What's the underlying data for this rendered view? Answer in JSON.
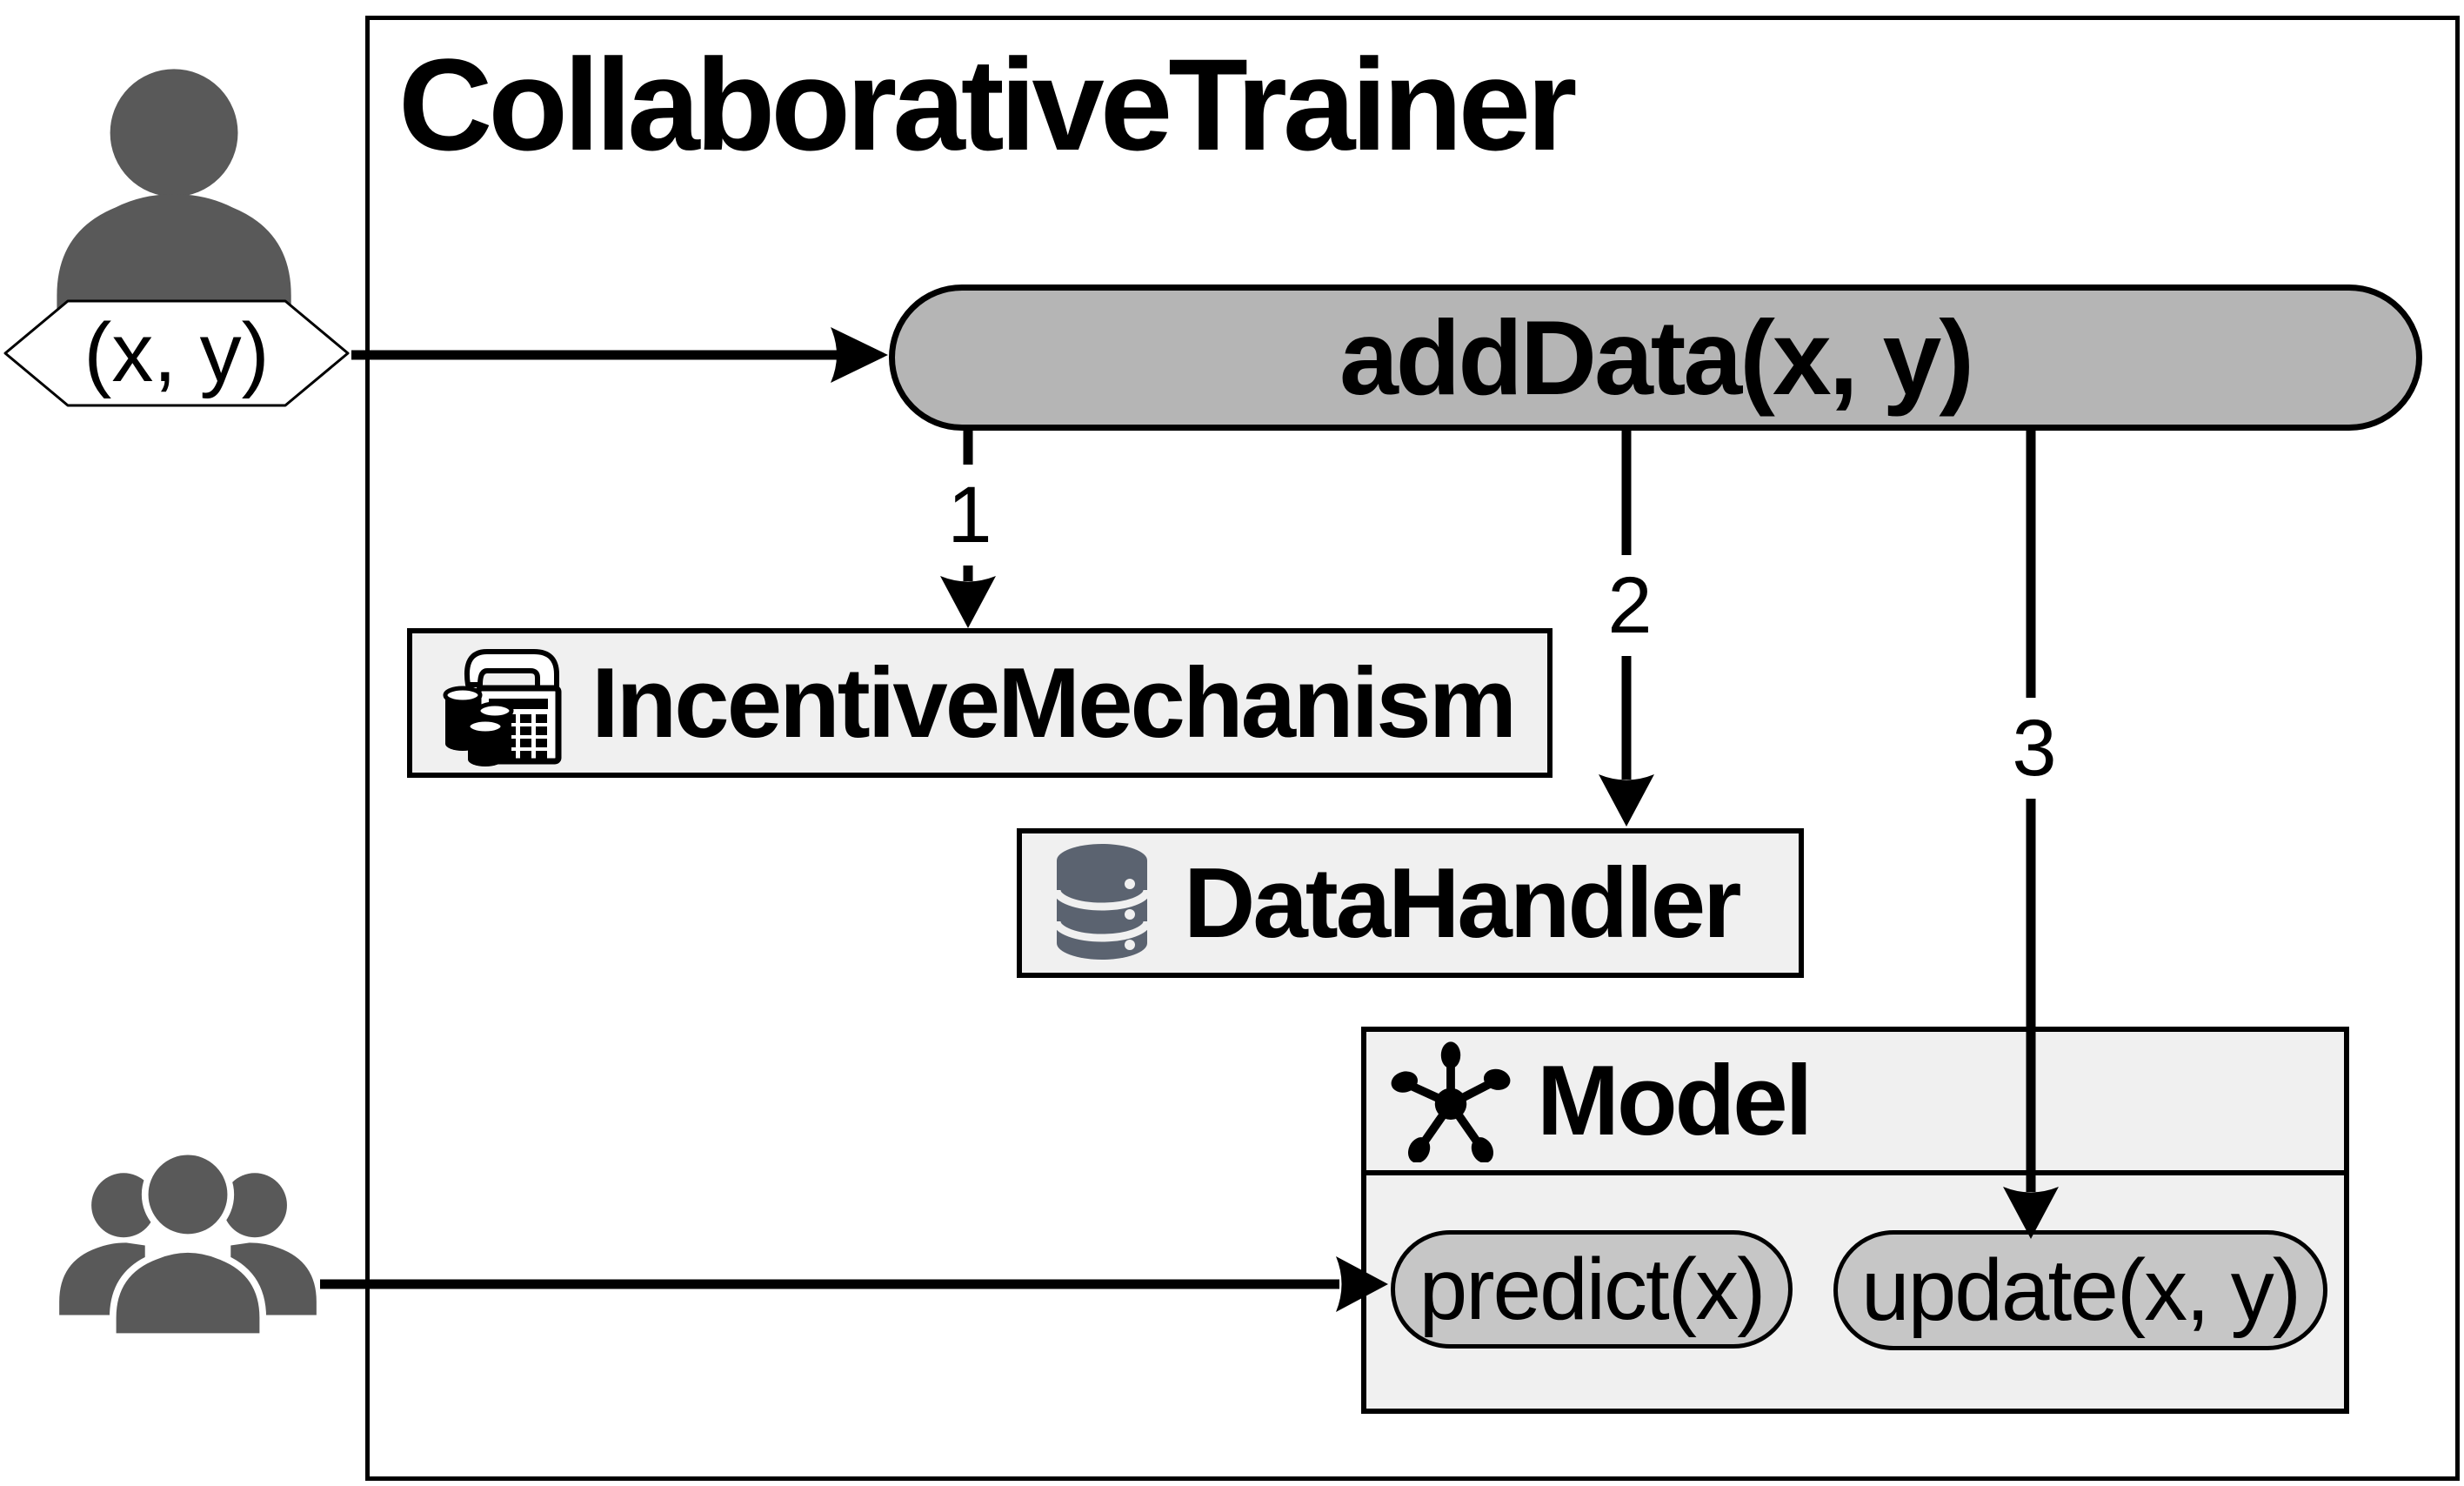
{
  "container": {
    "title": "CollaborativeTrainer"
  },
  "actor": {
    "input_label": "(x, y)"
  },
  "adddata": {
    "label": "addData(x, y)"
  },
  "steps": {
    "one": "1",
    "two": "2",
    "three": "3"
  },
  "incentive_mechanism": {
    "label": "IncentiveMechanism"
  },
  "data_handler": {
    "label": "DataHandler"
  },
  "model": {
    "label": "Model",
    "predict_label": "predict(x)",
    "update_label": "update(x, y)"
  },
  "icons": {
    "actor": "user-icon",
    "crowd": "users-group-icon",
    "incentive": "calculator-receipt-coins-icon",
    "data": "database-icon",
    "model": "network-hub-icon"
  },
  "colors": {
    "background": "#ffffff",
    "border": "#000000",
    "box_fill": "#f0f0f0",
    "adddata_pill_fill": "#b5b5b5",
    "method_pill_fill": "#c6c6c6",
    "person_icon": "#595959",
    "database_icon": "#5b6370",
    "model_icon": "#000000",
    "text": "#000000"
  }
}
